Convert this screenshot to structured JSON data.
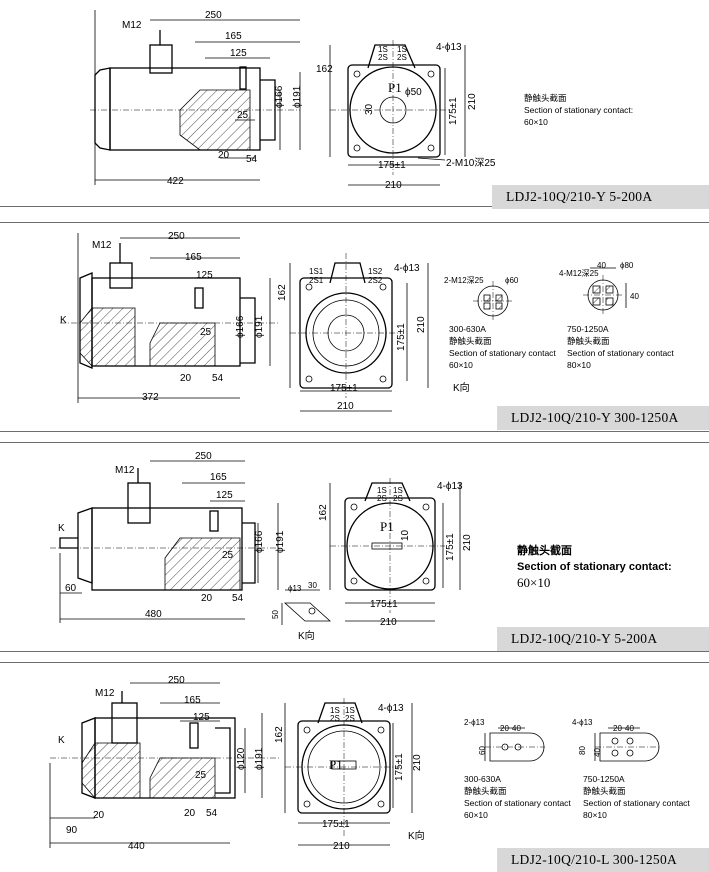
{
  "panels": [
    {
      "caption": "LDJ2-10Q/210-Y  5-200A",
      "side_dims": {
        "thread": "M12",
        "d1": "250",
        "d2": "165",
        "d3": "125",
        "phi_a": "ϕ166",
        "phi_b": "ϕ191",
        "d4": "25",
        "d5": "20",
        "d6": "54",
        "total": "422"
      },
      "front_dims": {
        "w": "210",
        "w_tol": "175±1",
        "h": "162",
        "h_tol": "175±1",
        "h2": "210",
        "holes": "4-ϕ13",
        "phi": "ϕ50",
        "thread_holes": "2-M10深25",
        "side": "30",
        "mark": "P1",
        "terms": [
          "1S",
          "2S",
          "1S",
          "2S"
        ]
      },
      "notes": [
        "静触头截面",
        "Section of stationary contact:",
        "60×10"
      ]
    },
    {
      "caption": "LDJ2-10Q/210-Y   300-1250A",
      "side_dims": {
        "thread": "M12",
        "d1": "250",
        "d2": "165",
        "d3": "125",
        "phi_a": "ϕ166",
        "phi_b": "ϕ191",
        "d4": "25",
        "d5": "20",
        "d6": "54",
        "total": "372",
        "k": "K"
      },
      "front_dims": {
        "w": "210",
        "w_tol": "175±1",
        "h": "162",
        "h_tol": "175±1",
        "h2": "210",
        "holes": "4-ϕ13",
        "terms": [
          "1S1",
          "2S1",
          "1S2",
          "2S2"
        ],
        "view": "K向"
      },
      "contacts": [
        {
          "holes": "2-M12深25",
          "phi": "ϕ60",
          "range": "300-630A",
          "title_cn": "静触头截面",
          "title_en": "Section of stationary contact",
          "size": "60×10"
        },
        {
          "holes": "4-M12深25",
          "phi": "ϕ80",
          "d1": "40",
          "d2": "40",
          "range": "750-1250A",
          "title_cn": "静触头截面",
          "title_en": "Section of stationary contact",
          "size": "80×10"
        }
      ]
    },
    {
      "caption": "LDJ2-10Q/210-Y   5-200A",
      "side_dims": {
        "thread": "M12",
        "d1": "250",
        "d2": "165",
        "d3": "125",
        "phi_a": "ϕ166",
        "phi_b": "ϕ191",
        "d4": "25",
        "d5": "20",
        "d6": "54",
        "left": "60",
        "total": "480",
        "k": "K"
      },
      "front_dims": {
        "w": "210",
        "w_tol": "175±1",
        "h": "162",
        "h_tol": "175±1",
        "h2": "210",
        "holes": "4-ϕ13",
        "mark": "P1",
        "slot": "10",
        "terms": [
          "1S",
          "2S",
          "1S",
          "2S"
        ]
      },
      "kview": {
        "phi": "ϕ13",
        "a": "30",
        "b": "50",
        "label": "K向"
      },
      "notes": [
        "静触头截面",
        "Section of stationary contact:",
        "60×10"
      ]
    },
    {
      "caption": "LDJ2-10Q/210-L   300-1250A",
      "side_dims": {
        "thread": "M12",
        "d1": "250",
        "d2": "165",
        "d3": "125",
        "phi_a": "ϕ120",
        "phi_b": "ϕ191",
        "d4": "25",
        "d5": "20",
        "d6": "54",
        "left": "90",
        "left2": "20",
        "total": "440",
        "k": "K"
      },
      "front_dims": {
        "w": "210",
        "w_tol": "175±1",
        "h": "162",
        "h_tol": "175±1",
        "h2": "210",
        "holes": "4-ϕ13",
        "mark": "P1",
        "terms": [
          "1S",
          "2S",
          "1S",
          "2S"
        ],
        "view": "K向"
      },
      "contacts": [
        {
          "holes": "2-ϕ13",
          "d1": "20",
          "d2": "40",
          "d3": "60",
          "range": "300-630A",
          "title_cn": "静触头截面",
          "title_en": "Section of stationary contact",
          "size": "60×10"
        },
        {
          "holes": "4-ϕ13",
          "d1": "20",
          "d2": "40",
          "d3": "80",
          "d4": "40",
          "range": "750-1250A",
          "title_cn": "静触头截面",
          "title_en": "Section of stationary contact",
          "size": "80×10"
        }
      ]
    }
  ]
}
